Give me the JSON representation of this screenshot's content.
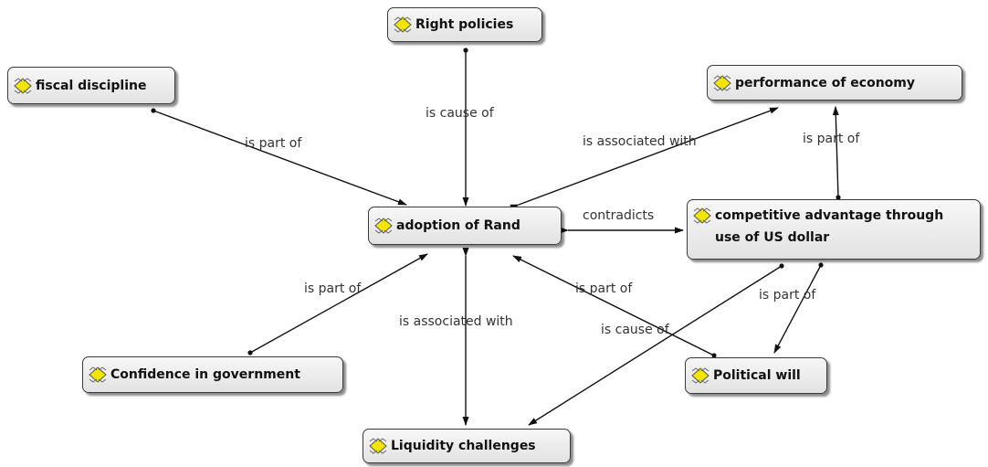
{
  "nodes": {
    "right_policies": {
      "label": "Right policies",
      "icon": "concept-icon"
    },
    "fiscal_discipline": {
      "label": "fiscal discipline",
      "icon": "concept-icon"
    },
    "performance_economy": {
      "label": "performance of economy",
      "icon": "concept-icon"
    },
    "adoption_rand": {
      "label": "adoption of  Rand",
      "icon": "concept-icon"
    },
    "competitive_advantage": {
      "label": "competitive advantage through use of US dollar",
      "icon": "concept-icon"
    },
    "confidence_government": {
      "label": "Confidence in government",
      "icon": "concept-icon"
    },
    "political_will": {
      "label": "Political will",
      "icon": "concept-icon"
    },
    "liquidity_challenges": {
      "label": "Liquidity challenges",
      "icon": "concept-icon"
    }
  },
  "links": {
    "right_policies_to_adoption": "is cause of",
    "fiscal_to_adoption": "is part of",
    "adoption_performance": "is associated with",
    "competitive_to_performance": "is part of",
    "adoption_competitive": "contradicts",
    "confidence_to_adoption": "is part of",
    "adoption_liquidity": "is associated with",
    "political_to_adoption": "is part of",
    "competitive_to_liquidity": "is cause of",
    "competitive_to_political": "is part of"
  },
  "colors": {
    "line": "#111111",
    "node_border": "#3a3a3a",
    "icon_fill": "#f2e600",
    "icon_stroke": "#555555"
  }
}
